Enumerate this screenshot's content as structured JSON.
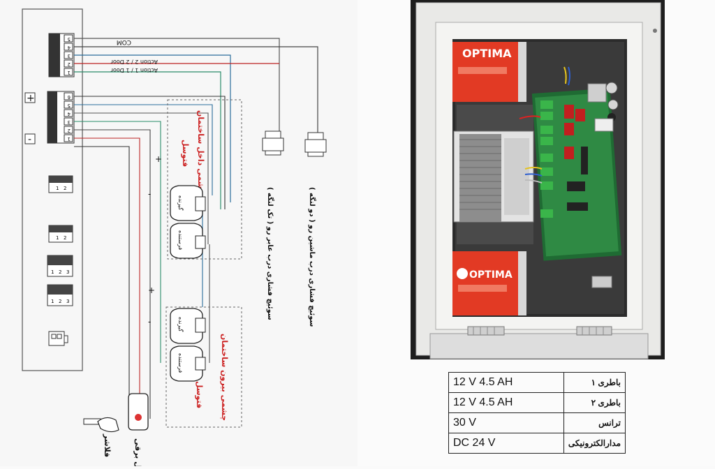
{
  "diagram": {
    "terminal_top_numbers": [
      "1",
      "2",
      "3",
      "4",
      "5"
    ],
    "terminal_mid_numbers": [
      "1",
      "2",
      "3",
      "4",
      "5",
      "6"
    ],
    "plus_sign": "+",
    "minus_sign": "-",
    "small_block_a": [
      "1",
      "2"
    ],
    "small_block_b": [
      "1",
      "2"
    ],
    "small_block_c": [
      "1",
      "2",
      "3"
    ],
    "small_block_d": [
      "1",
      "2",
      "3"
    ],
    "label_com": "COM",
    "label_action2": "Action 2 / 2 Door",
    "label_action1": "Action 1 / 1 Door",
    "label_inside_group": "چشمی داخل ساختمان",
    "label_photocell_inside": "فتوسل",
    "label_outside_group": "چشمی بیرون ساختمان",
    "label_photocell_outside": "فتوسل",
    "sensor_receiver": "گیرنده",
    "sensor_transmitter": "فرستنده",
    "label_switch_single": "سوئیچ فشاری درب عابر رو ( تک لنگه )",
    "label_switch_double": "سوئیچ فشاری درب ماشین رو ( دو لنگه )",
    "label_flasher": "فلاشر",
    "label_electric_lock": "قفل برقی",
    "wire_plus": "+",
    "wire_minus": "-"
  },
  "photo": {
    "battery_brand": "OPTIMA"
  },
  "specs": {
    "rows": [
      {
        "label": "باطری ۱",
        "value": "12 V 4.5 AH"
      },
      {
        "label": "باطری ۲",
        "value": "12 V 4.5 AH"
      },
      {
        "label": "ترانس",
        "value": "30 V"
      },
      {
        "label": "مدارالکترونیکی",
        "value": "DC 24 V"
      }
    ]
  }
}
